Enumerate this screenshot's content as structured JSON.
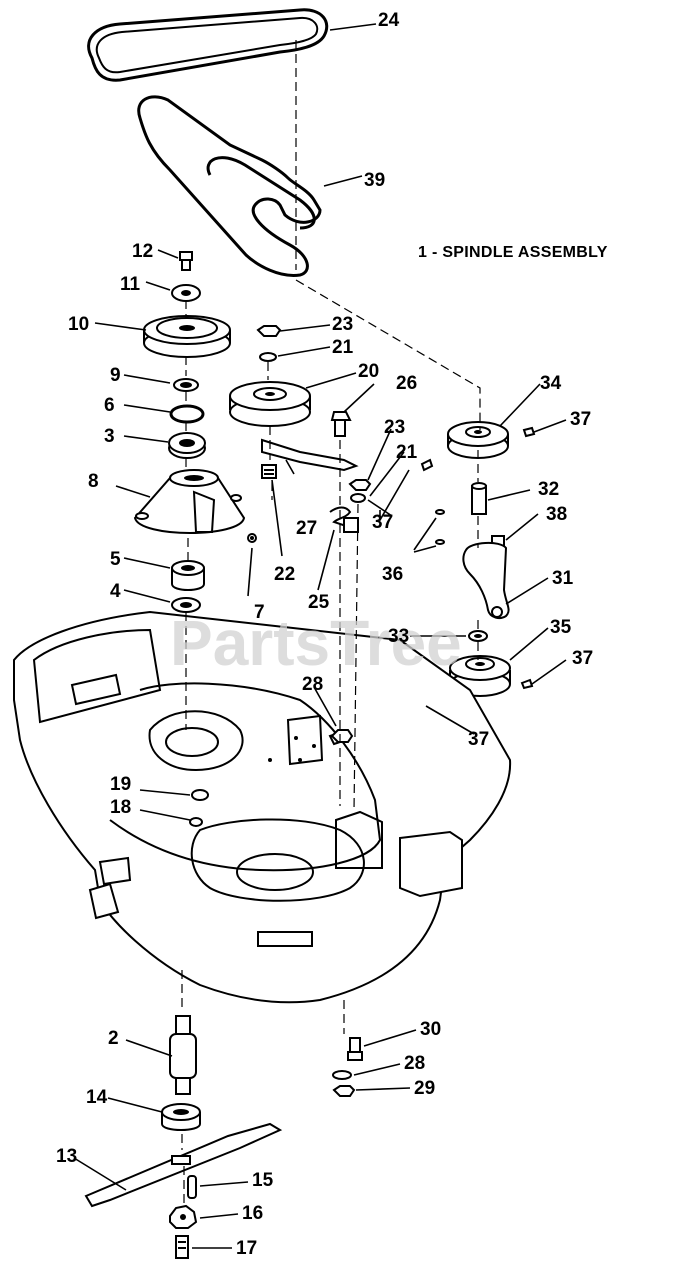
{
  "diagram": {
    "title": "1 - SPINDLE ASSEMBLY",
    "watermark": "PartsTree",
    "callouts": [
      {
        "id": "c24",
        "text": "24"
      },
      {
        "id": "c39",
        "text": "39"
      },
      {
        "id": "c12",
        "text": "12"
      },
      {
        "id": "c11",
        "text": "11"
      },
      {
        "id": "c10",
        "text": "10"
      },
      {
        "id": "c23a",
        "text": "23"
      },
      {
        "id": "c21a",
        "text": "21"
      },
      {
        "id": "c20",
        "text": "20"
      },
      {
        "id": "c26",
        "text": "26"
      },
      {
        "id": "c34",
        "text": "34"
      },
      {
        "id": "c37a",
        "text": "37"
      },
      {
        "id": "c9",
        "text": "9"
      },
      {
        "id": "c6",
        "text": "6"
      },
      {
        "id": "c3",
        "text": "3"
      },
      {
        "id": "c23b",
        "text": "23"
      },
      {
        "id": "c21b",
        "text": "21"
      },
      {
        "id": "c8",
        "text": "8"
      },
      {
        "id": "c37b",
        "text": "37"
      },
      {
        "id": "c32",
        "text": "32"
      },
      {
        "id": "c38",
        "text": "38"
      },
      {
        "id": "c27",
        "text": "27"
      },
      {
        "id": "c22",
        "text": "22"
      },
      {
        "id": "c36",
        "text": "36"
      },
      {
        "id": "c5",
        "text": "5"
      },
      {
        "id": "c25",
        "text": "25"
      },
      {
        "id": "c31",
        "text": "31"
      },
      {
        "id": "c4",
        "text": "4"
      },
      {
        "id": "c7",
        "text": "7"
      },
      {
        "id": "c35",
        "text": "35"
      },
      {
        "id": "c33",
        "text": "33"
      },
      {
        "id": "c37c",
        "text": "37"
      },
      {
        "id": "c28a",
        "text": "28"
      },
      {
        "id": "c37d",
        "text": "37"
      },
      {
        "id": "c19",
        "text": "19"
      },
      {
        "id": "c18",
        "text": "18"
      },
      {
        "id": "c30",
        "text": "30"
      },
      {
        "id": "c2",
        "text": "2"
      },
      {
        "id": "c28b",
        "text": "28"
      },
      {
        "id": "c29",
        "text": "29"
      },
      {
        "id": "c14",
        "text": "14"
      },
      {
        "id": "c13",
        "text": "13"
      },
      {
        "id": "c15",
        "text": "15"
      },
      {
        "id": "c16",
        "text": "16"
      },
      {
        "id": "c17",
        "text": "17"
      }
    ]
  }
}
